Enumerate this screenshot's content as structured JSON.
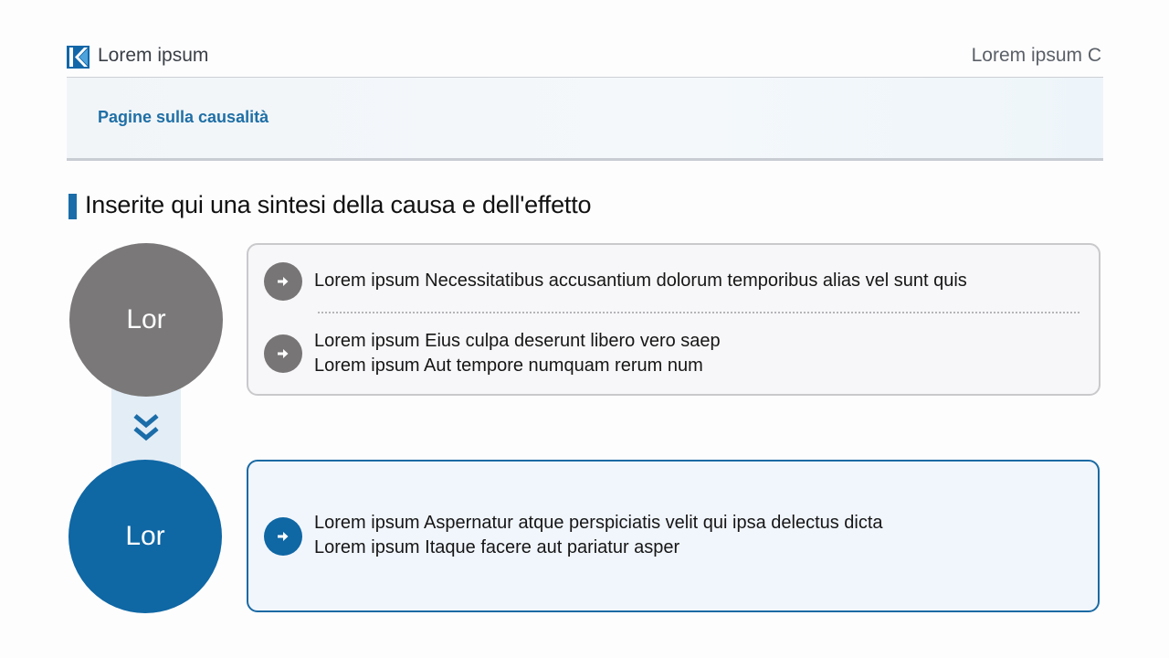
{
  "header": {
    "brand": "Lorem ipsum",
    "right_text": "Lorem ipsum C",
    "logo_icon": "brand-k-logo"
  },
  "banner": {
    "title": "Pagine sulla causalità"
  },
  "section": {
    "title": "Inserite qui una sintesi della causa e dell'effetto"
  },
  "cause": {
    "circle_label": "Lor",
    "items": [
      {
        "lines": [
          "Lorem ipsum Necessitatibus accusantium dolorum temporibus alias vel sunt quis"
        ]
      },
      {
        "lines": [
          "Lorem ipsum Eius culpa deserunt libero vero saep",
          "Lorem ipsum Aut tempore numquam rerum num"
        ]
      }
    ]
  },
  "effect": {
    "circle_label": "Lor",
    "items": [
      {
        "lines": [
          "Lorem ipsum Aspernatur atque perspiciatis velit qui ipsa delectus dicta",
          "Lorem ipsum Itaque facere aut pariatur asper"
        ]
      }
    ]
  },
  "colors": {
    "accent_blue": "#0f67a4",
    "cause_gray": "#7a7878",
    "banner_title": "#1f6fa6",
    "connector": "#e3edf6"
  }
}
